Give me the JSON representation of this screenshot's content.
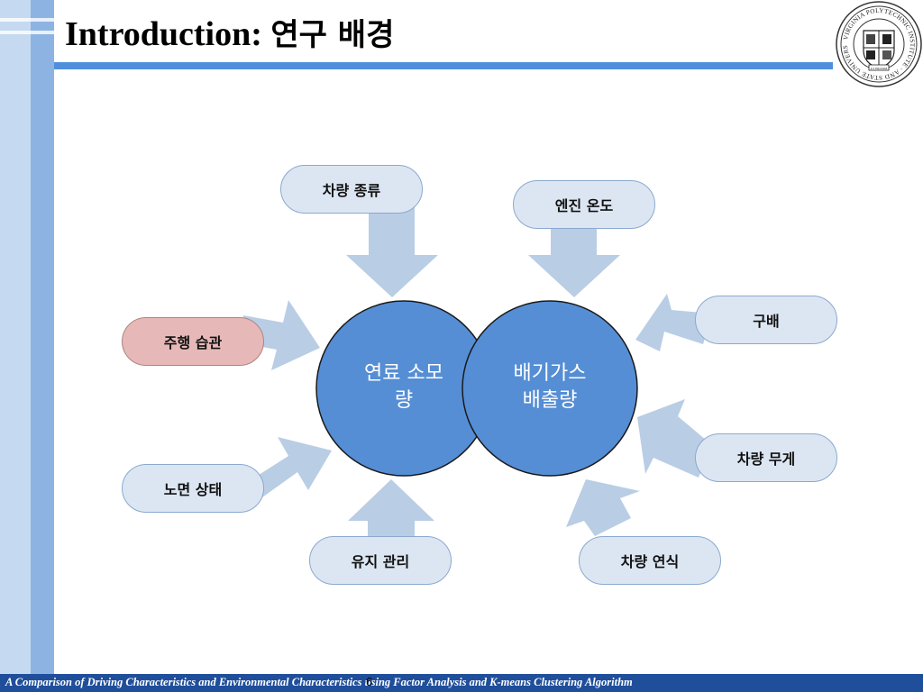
{
  "slide": {
    "title_en": "Introduction:",
    "title_ko": "연구 배경",
    "page_number": "6",
    "footer": "A Comparison of Driving Characteristics and Environmental Characteristics using Factor Analysis and  K-means Clustering Algorithm"
  },
  "logo": {
    "ring_text": "VIRGINIA POLYTECHNIC INSTITUTE · AND STATE UNIVERSITY",
    "motto": "UT PROSIM"
  },
  "center": {
    "left_circle": [
      "연료 소모",
      "량"
    ],
    "right_circle": [
      "배기가스",
      "배출량"
    ]
  },
  "factors": {
    "vehicle_type": "차량 종류",
    "engine_temp": "엔진 온도",
    "slope": "구배",
    "driving_habit": "주행 습관",
    "vehicle_weight": "차량 무게",
    "road_condition": "노면 상태",
    "maintenance": "유지 관리",
    "vehicle_year": "차량 연식"
  },
  "colors": {
    "circle_fill": "#558ed5",
    "arrow_fill": "#b9cde5",
    "pill_fill": "#dce6f2",
    "highlight_fill": "#e6b9b8",
    "footer_bg": "#1f4e9a"
  }
}
